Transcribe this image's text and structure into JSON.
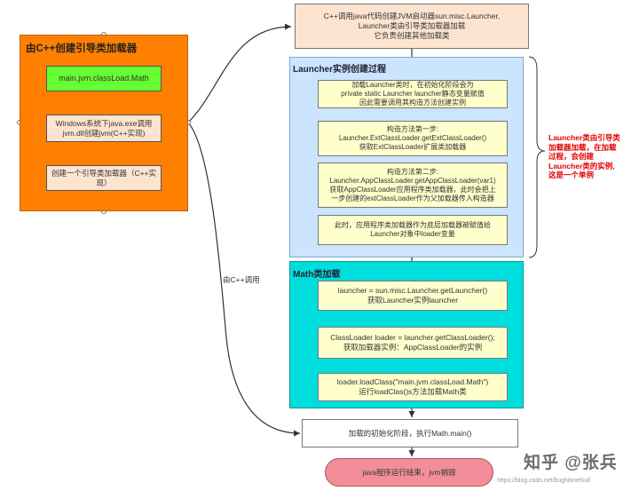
{
  "colors": {
    "orange": "#ff8000",
    "green": "#66ff33",
    "peach": "#fde4d0",
    "lightyellow": "#ffffcc",
    "lightblue": "#cce5ff",
    "cyan": "#00dddd",
    "pink": "#f28e9a",
    "red": "#e00000"
  },
  "cpp_box": {
    "title": "由C++创建引导类加载器",
    "step1": "main.jvm.classLoad.Math",
    "step2": [
      "Windows系统下java.exe调用",
      "jvm.dll创建jvm(C++实现)"
    ],
    "step3": "创建一个引导类加载器（C++实现）"
  },
  "top_box": [
    "C++调用java代码创建JVM启动器sun.misc.Launcher,",
    "Launcher类由引导类加载器加载",
    "它负责创建其他加载类"
  ],
  "launcher_group": {
    "title": "Launcher实例创建过程",
    "boxes": [
      [
        "加载Launcher类时，在初始化阶段会为",
        "private static Launcher launcher静态变量赋值",
        "因此需要调用其构造方法创建实例"
      ],
      [
        "构造方法第一步:",
        "Launcher.ExtClassLoader.getExtClassLoader()",
        "获取ExtClassLoader扩展类加载器"
      ],
      [
        "构造方法第二步:",
        "Launcher.AppClassLoader.getAppClassLoader(var1)",
        "获取AppClassLoader应用程序类加载器，此时会把上",
        "一步创建的extClassLoader作为父加载器传入构造器"
      ],
      [
        "此时，应用程序类加载器作为底层加载器被赋值给",
        "Launcher对象中loader变量"
      ]
    ]
  },
  "side_note": [
    "Launcher类由引导类",
    "加载器加载，在加载",
    "过程，会创建",
    "Launcher类的实例,",
    "这是一个单例"
  ],
  "math_group": {
    "title": "Math类加载",
    "boxes": [
      [
        "launcher = sun.misc.Launcher.getLauncher()",
        "获取Launcher实例launcher"
      ],
      [
        "ClassLoader loader = launcher.getClassLoader();",
        "获取加载器实例：AppClassLoader的实例"
      ],
      [
        "loader.loadClass(\"main.jvm.classLoad.Math\")",
        "运行loadClas()s方法加载Math类"
      ]
    ]
  },
  "main_box": "加载的初始化阶段，执行Math.main()",
  "end_box": "java程序运行结束，jvm销毁",
  "edge_label": "由C++调用",
  "watermark": "知乎 @张兵",
  "watermark_url": "https://blog.csdn.net/bugNoneNull"
}
